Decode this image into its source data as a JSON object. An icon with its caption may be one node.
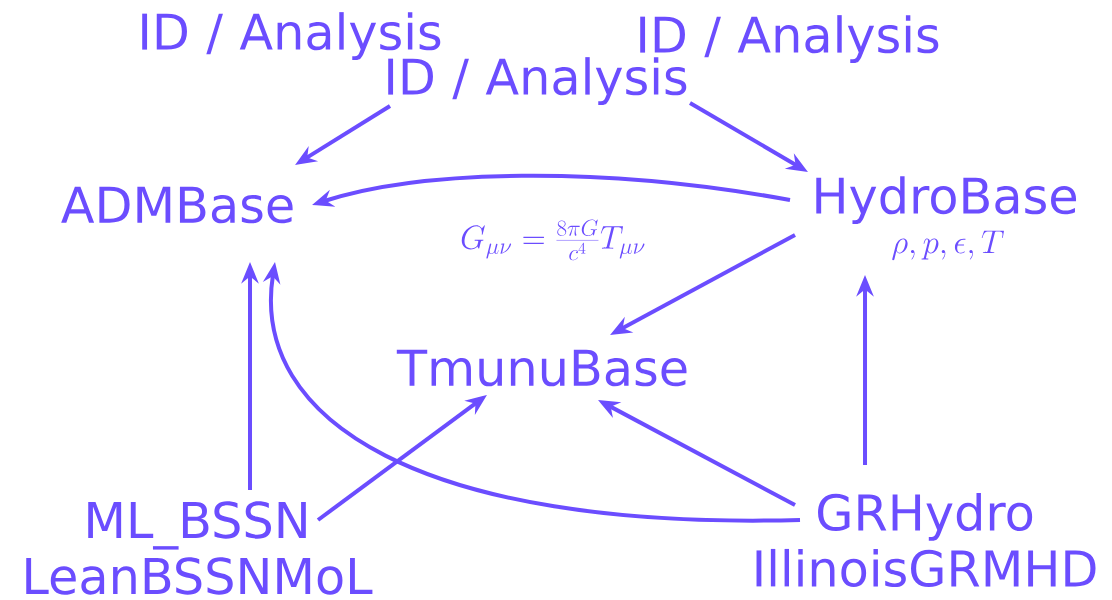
{
  "diagram": {
    "nodes": [
      {
        "text": [
          "ID / Analysis"
        ]
      },
      {
        "text": [
          "ID / Analysis"
        ]
      },
      {
        "text": [
          "ID / Analysis"
        ]
      },
      {
        "text": [
          "ADMBase"
        ]
      },
      {
        "text": [
          "HydroBase"
        ],
        "beside": [
          "\\rho, p, \\epsilon, T"
        ]
      },
      {
        "text": [
          "TmunuBase"
        ]
      },
      {
        "text": [
          "ML_BSSN LeanBSSNMoL"
        ]
      },
      {
        "text": [
          "GRHydro IllinoisGRMHD"
        ]
      }
    ],
    "edges": [
      {
        "from": 2,
        "to": 3,
        "arrow": "to"
      },
      {
        "from": 2,
        "to": 4,
        "arrow": "to"
      },
      {
        "from": 4,
        "to": 3,
        "arrow": "to"
      },
      {
        "from": 4,
        "to": 5,
        "arrow": "to"
      },
      {
        "from": 6,
        "to": 3,
        "arrow": "to"
      },
      {
        "from": 7,
        "to": 3,
        "arrow": "to"
      },
      {
        "from": 6,
        "to": 5,
        "arrow": "to"
      },
      {
        "from": 7,
        "to": 5,
        "arrow": "to"
      },
      {
        "from": 7,
        "to": 4,
        "arrow": "to"
      }
    ],
    "labels": [
      "G_{\\mu\\nu} = \\frac{8\\pi G}{c^4} T_{\\mu\\nu}"
    ]
  }
}
